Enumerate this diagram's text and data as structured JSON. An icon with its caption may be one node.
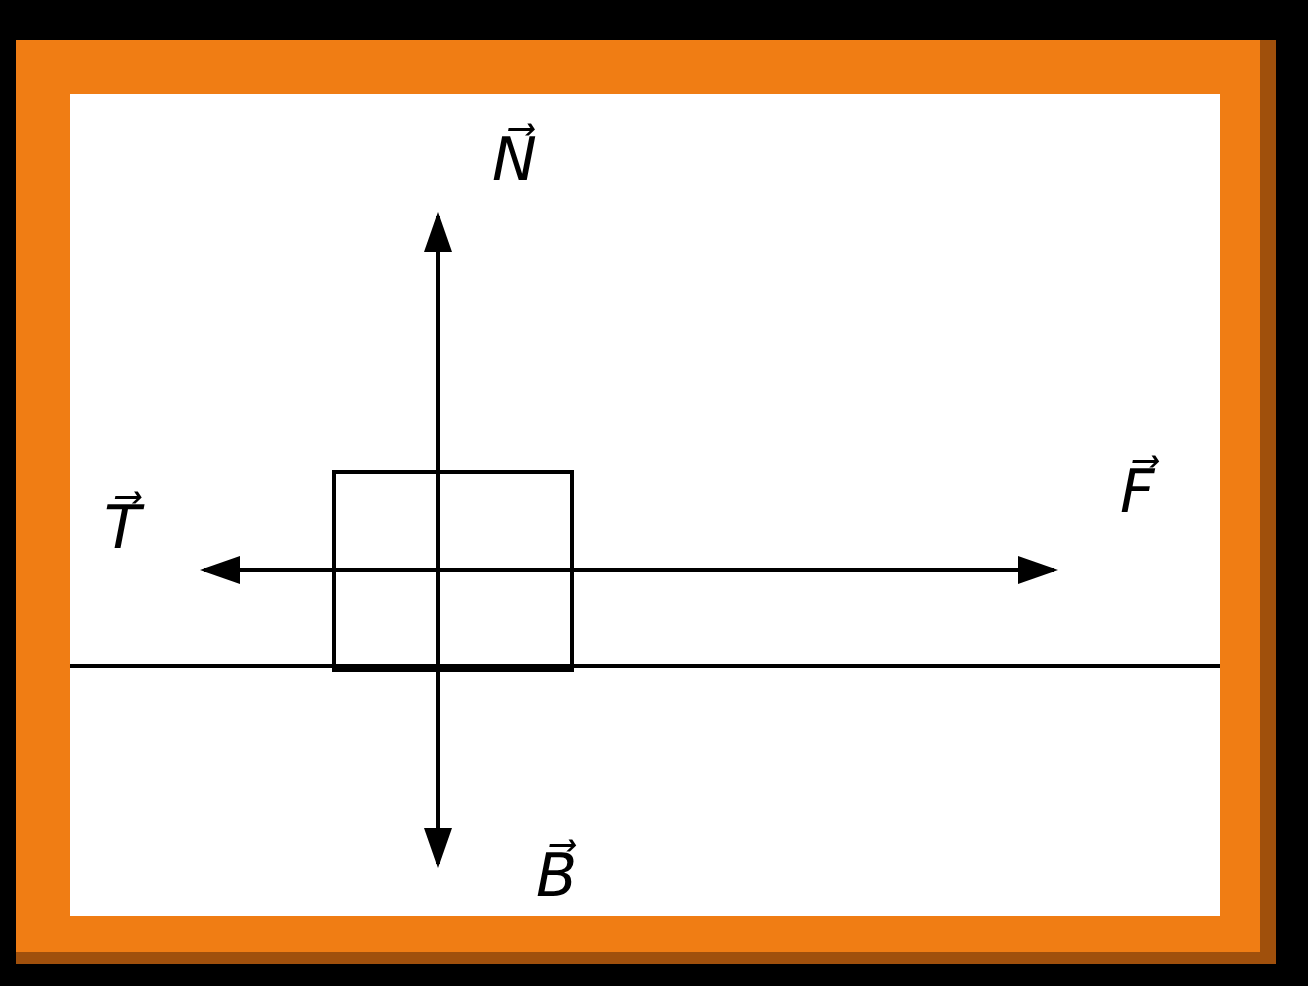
{
  "diagram": {
    "nodes": [
      {
        "text": [],
        "shape": "box"
      }
    ],
    "labels": [
      "N⃗",
      "T⃗",
      "F⃗",
      "B⃗"
    ]
  }
}
